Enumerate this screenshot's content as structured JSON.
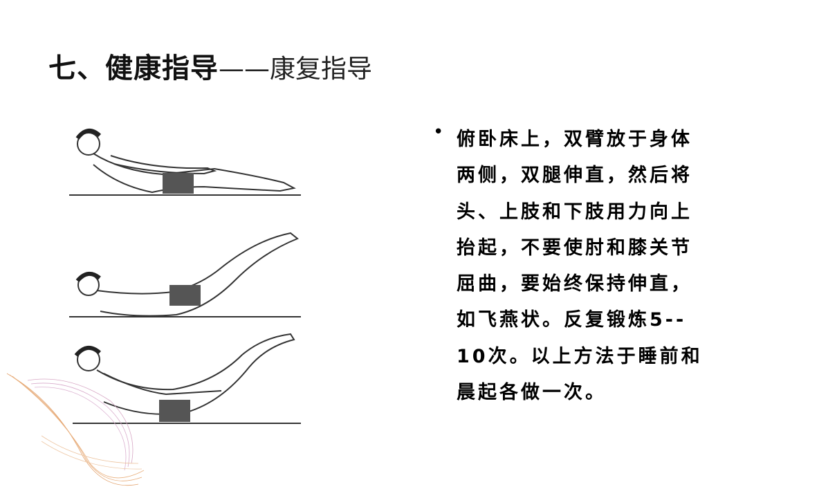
{
  "slide": {
    "title_main": "七、健康指导",
    "title_sub": "——康复指导",
    "bullet_symbol": "•",
    "body_lines": [
      "俯卧床上，双臂放于身体",
      "两侧，双腿伸直，然后将",
      "头、上肢和下肢用力向上",
      "抬起，不要使肘和膝关节",
      "屈曲，要始终保持伸直，",
      "如飞燕状。反复锻炼5--",
      "10次。以上方法于睡前和",
      "晨起各做一次。"
    ]
  }
}
